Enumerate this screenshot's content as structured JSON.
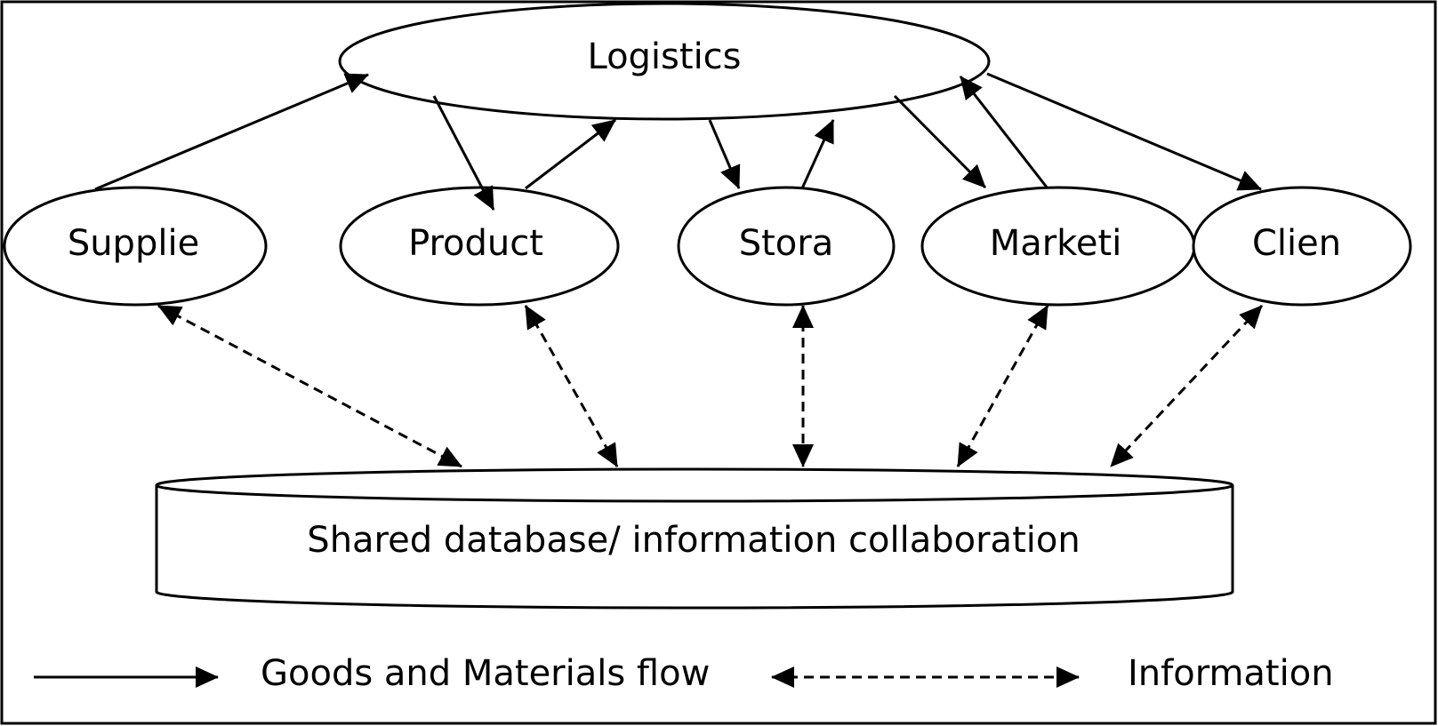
{
  "diagram": {
    "logistics": {
      "label": "Logistics"
    },
    "nodes": [
      {
        "id": "supplier",
        "label": "Supplie"
      },
      {
        "id": "production",
        "label": "Product"
      },
      {
        "id": "storage",
        "label": "Stora"
      },
      {
        "id": "marketing",
        "label": "Marketi"
      },
      {
        "id": "client",
        "label": "Clien"
      }
    ],
    "database": {
      "label": "Shared database/ information collaboration"
    },
    "legend": {
      "goods_label": "Goods and Materials flow",
      "info_label": "Information"
    },
    "colors": {
      "stroke": "#000000",
      "background": "#ffffff"
    }
  }
}
